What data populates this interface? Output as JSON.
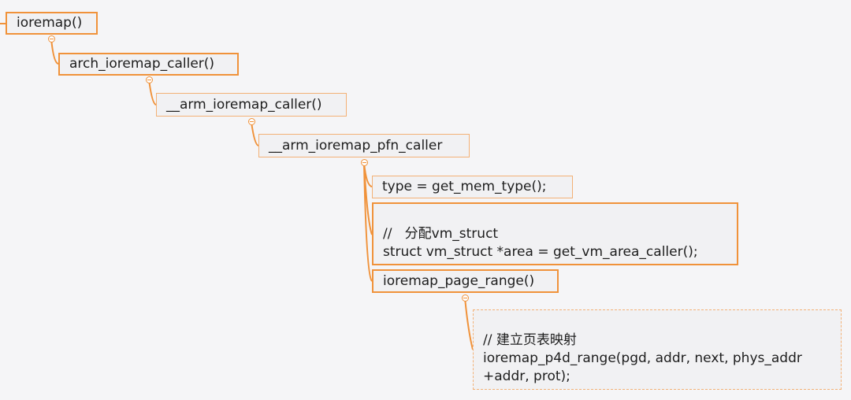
{
  "colors": {
    "accent": "#f0923a",
    "background": "#f5f5f7",
    "node_fill": "#f1f1f3"
  },
  "nodes": {
    "ioremap": {
      "text": "ioremap()"
    },
    "arch_ioremap_caller": {
      "text": "arch_ioremap_caller()"
    },
    "arm_ioremap_caller": {
      "text": "__arm_ioremap_caller()"
    },
    "arm_ioremap_pfn_caller": {
      "text": "__arm_ioremap_pfn_caller"
    },
    "get_mem_type": {
      "text": "type = get_mem_type();"
    },
    "vm_struct": {
      "line1": "//   分配vm_struct",
      "line2": "struct vm_struct *area = get_vm_area_caller();"
    },
    "ioremap_page_range": {
      "text": "ioremap_page_range()"
    },
    "p4d_range": {
      "line1": "// 建立页表映射",
      "line2": "ioremap_p4d_range(pgd, addr, next, phys_addr",
      "line3": "+addr, prot);"
    }
  },
  "icons": {
    "collapse": "collapse-minus-icon"
  }
}
